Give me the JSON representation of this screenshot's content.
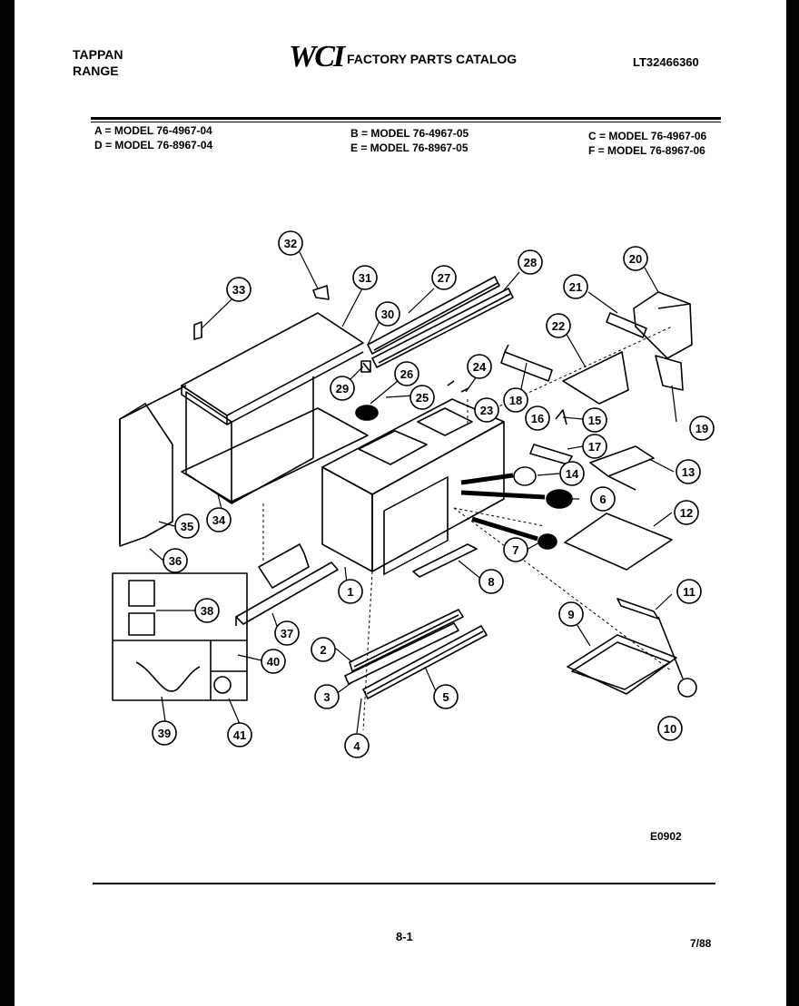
{
  "header": {
    "brand_line1": "TAPPAN",
    "brand_line2": "RANGE",
    "logo": "WCI",
    "catalog_title": "FACTORY PARTS CATALOG",
    "catalog_number": "LT32466360"
  },
  "models": {
    "a": "A = MODEL 76-4967-04",
    "d": "D = MODEL 76-8967-04",
    "b": "B = MODEL 76-4967-05",
    "e": "E = MODEL 76-8967-05",
    "c": "C = MODEL 76-4967-06",
    "f": "F = MODEL 76-8967-06"
  },
  "diagram_callouts": [
    "1",
    "2",
    "3",
    "4",
    "5",
    "6",
    "7",
    "8",
    "9",
    "10",
    "11",
    "12",
    "13",
    "14",
    "15",
    "16",
    "17",
    "18",
    "19",
    "20",
    "21",
    "22",
    "23",
    "24",
    "25",
    "26",
    "27",
    "28",
    "29",
    "30",
    "31",
    "32",
    "33",
    "34",
    "35",
    "36",
    "37",
    "38",
    "39",
    "40",
    "41"
  ],
  "footer": {
    "drawing_code": "E0902",
    "page_number": "8-1",
    "date": "7/88"
  }
}
